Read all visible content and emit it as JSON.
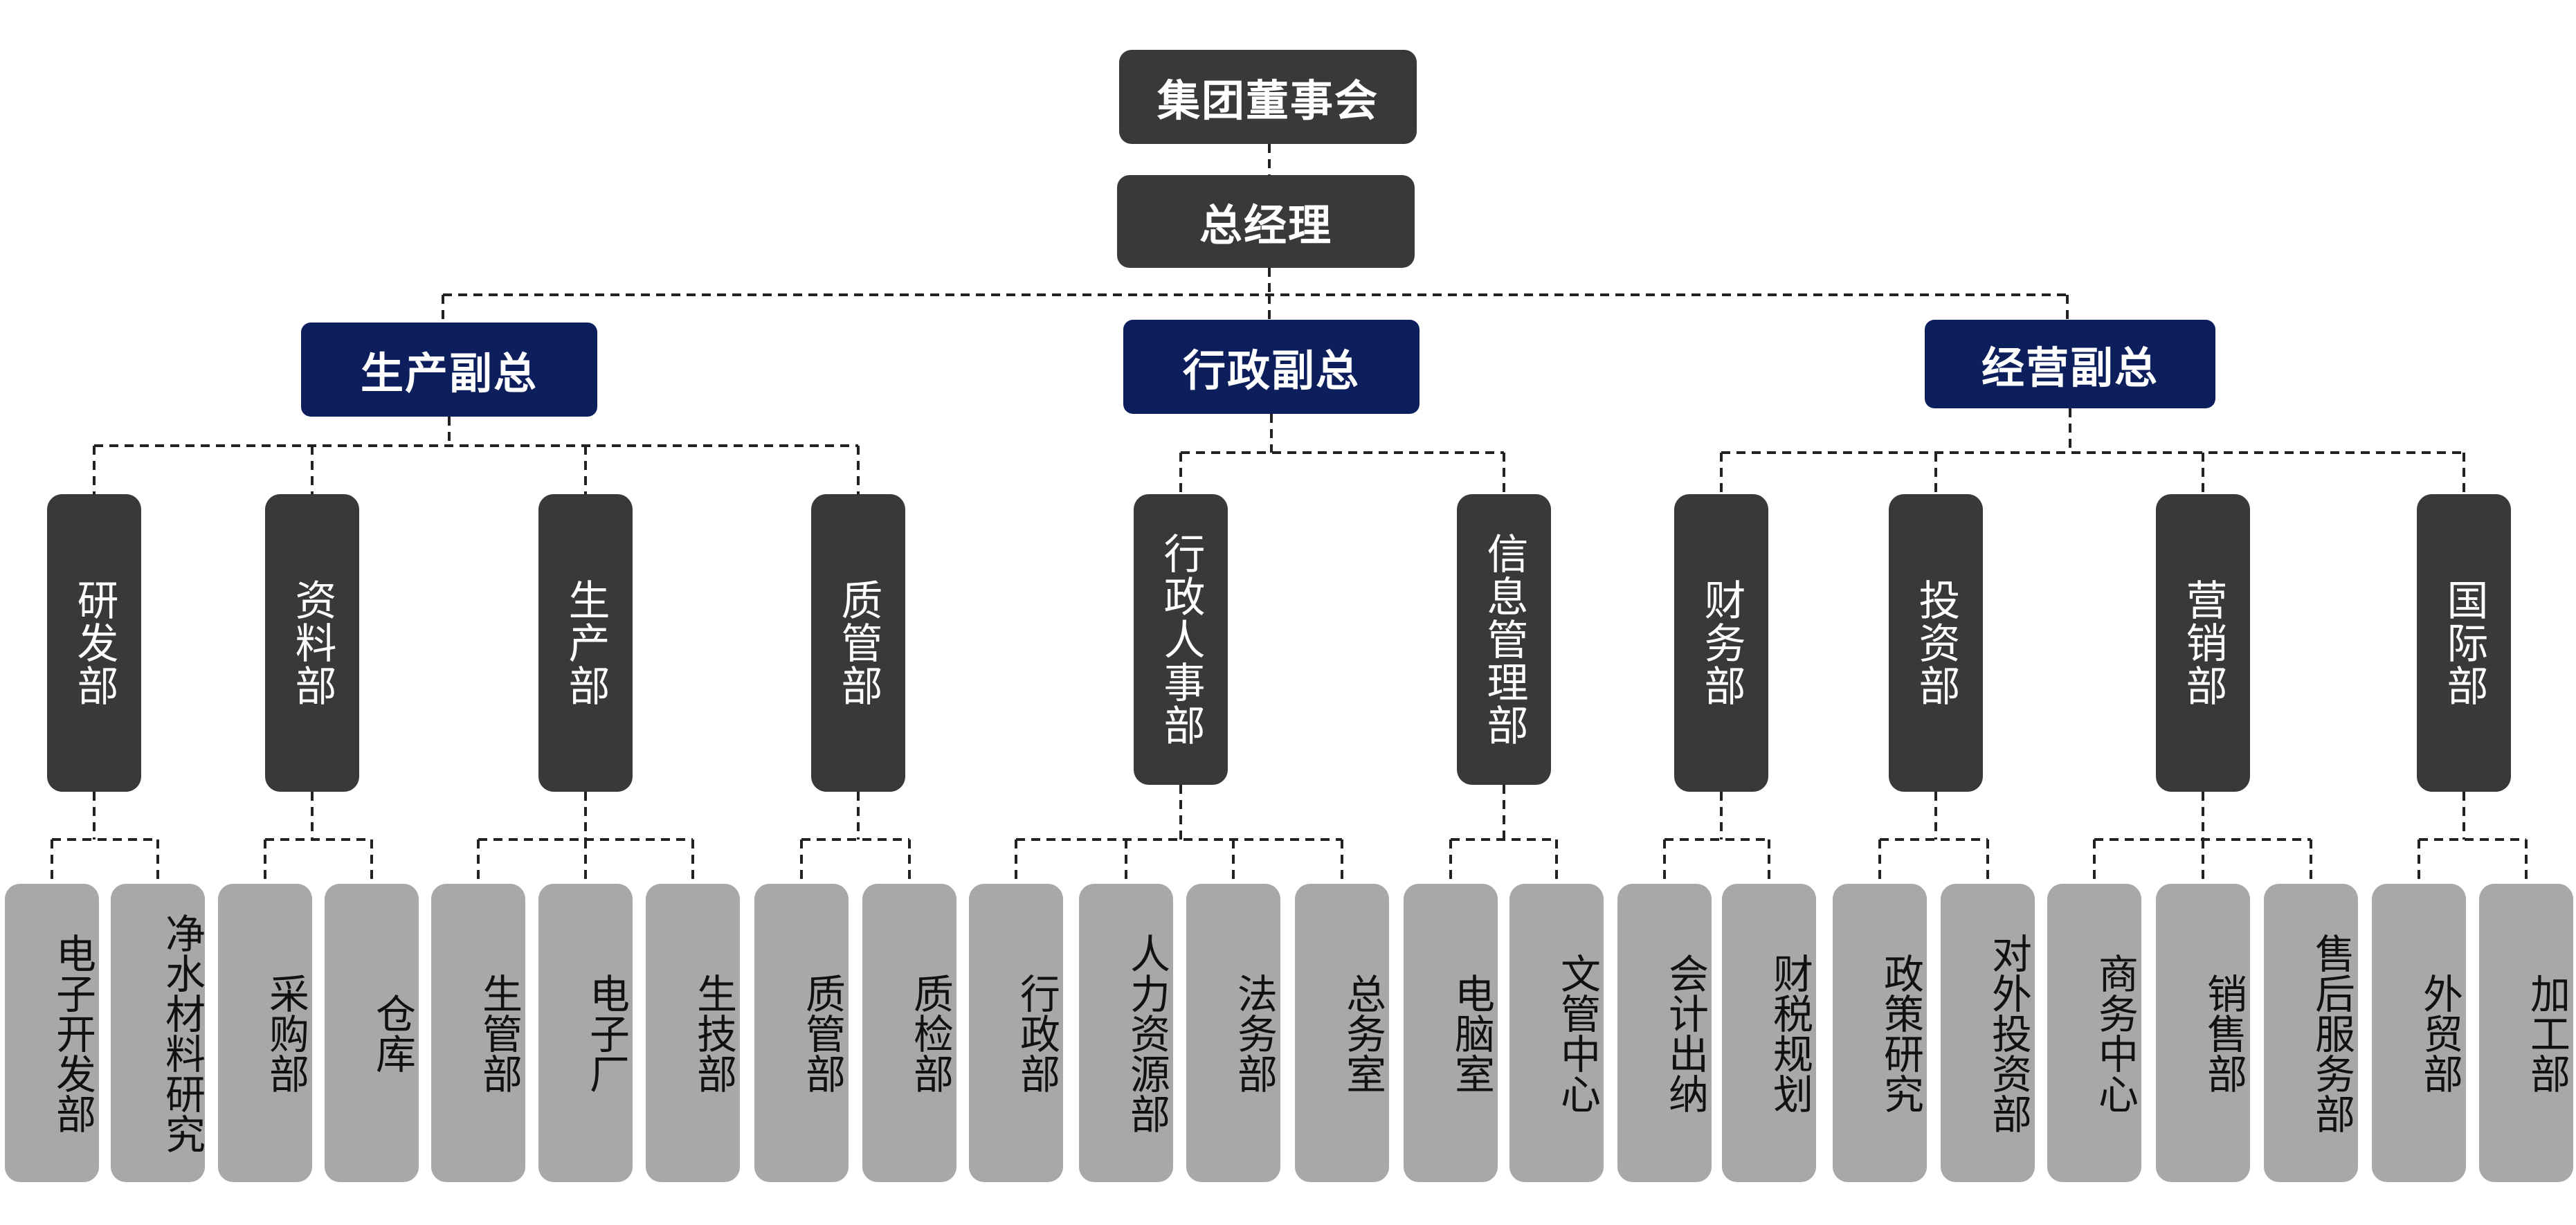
{
  "board": {
    "label": "集团董事会"
  },
  "gm": {
    "label": "总经理"
  },
  "vps": [
    {
      "label": "生产副总",
      "depts": [
        {
          "label": "研发部",
          "units": [
            "电子开发部",
            "净水材料研究"
          ]
        },
        {
          "label": "资料部",
          "units": [
            "采购部",
            "仓库"
          ]
        },
        {
          "label": "生产部",
          "units": [
            "生管部",
            "电子厂",
            "生技部"
          ]
        },
        {
          "label": "质管部",
          "units": [
            "质管部",
            "质检部"
          ]
        }
      ]
    },
    {
      "label": "行政副总",
      "depts": [
        {
          "label": "行政人事部",
          "units": [
            "行政部",
            "人力资源部",
            "法务部",
            "总务室"
          ]
        },
        {
          "label": "信息管理部",
          "units": [
            "电脑室",
            "文管中心"
          ]
        }
      ]
    },
    {
      "label": "经营副总",
      "depts": [
        {
          "label": "财务部",
          "units": [
            "会计出纳",
            "财税规划"
          ]
        },
        {
          "label": "投资部",
          "units": [
            "政策研究",
            "对外投资部"
          ]
        },
        {
          "label": "营销部",
          "units": [
            "商务中心",
            "销售部",
            "售后服务部"
          ]
        },
        {
          "label": "国际部",
          "units": [
            "外贸部",
            "加工部"
          ]
        }
      ]
    }
  ],
  "colors": {
    "executive": "#3a3939",
    "vice_president": "#0c1f5c",
    "department": "#3a3939",
    "unit": "#a9a7a7",
    "connector": "#222222"
  }
}
